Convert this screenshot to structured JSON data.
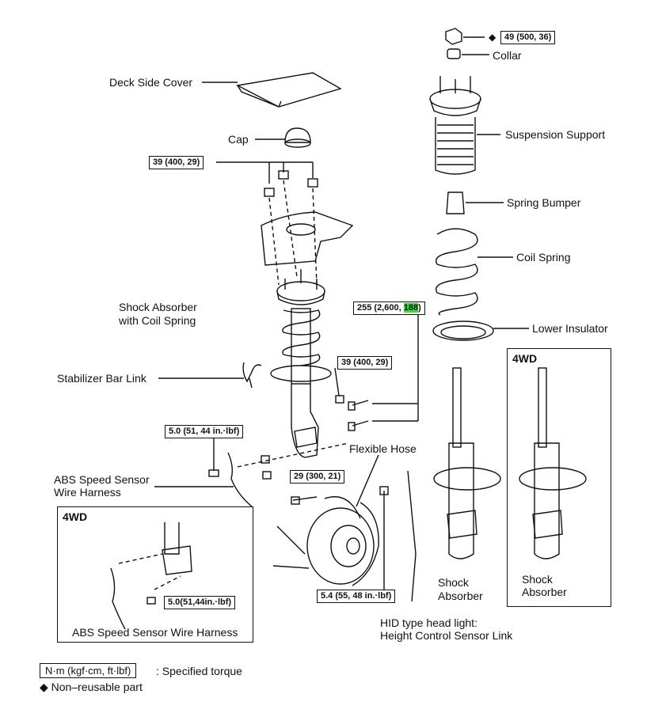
{
  "labels": {
    "deck_side_cover": "Deck Side Cover",
    "cap": "Cap",
    "collar": "Collar",
    "suspension_support": "Suspension Support",
    "spring_bumper": "Spring Bumper",
    "coil_spring": "Coil Spring",
    "lower_insulator": "Lower Insulator",
    "shock_with_spring_1": "Shock Absorber",
    "shock_with_spring_2": "with Coil Spring",
    "stabilizer_link": "Stabilizer Bar Link",
    "flexible_hose": "Flexible Hose",
    "abs_harness_1": "ABS Speed Sensor",
    "abs_harness_2": "Wire Harness",
    "abs_harness_4wd": "ABS Speed Sensor Wire Harness",
    "shock_a_1": "Shock",
    "shock_a_2": "Absorber",
    "shock_b_1": "Shock",
    "shock_b_2": "Absorber",
    "hid_1": "HID type head light:",
    "hid_2": "Height Control Sensor Link"
  },
  "torques": {
    "t49": "49 (500, 36)",
    "t39_top": "39 (400, 29)",
    "t255_a": "255 (2,600, ",
    "t255_hl": "188",
    "t255_b": ")",
    "t39_mid": "39 (400, 29)",
    "t5_0": "5.0 (51, 44 in.·lbf)",
    "t29": "29 (300, 21)",
    "t5_4": "5.4 (55, 48 in.·lbf)",
    "t5_0_4wd": "5.0(51,44in.·lbf)"
  },
  "box_headers": {
    "left_4wd": "4WD",
    "right_4wd": "4WD"
  },
  "legend": {
    "unit_box": "N·m (kgf·cm, ft·lbf)",
    "unit_desc": ":  Specified torque",
    "non_reusable": "◆ Non–reusable part"
  },
  "symbols": {
    "diamond": "◆"
  },
  "colors": {
    "highlight": "#3ddc3d",
    "ink": "#111111"
  }
}
